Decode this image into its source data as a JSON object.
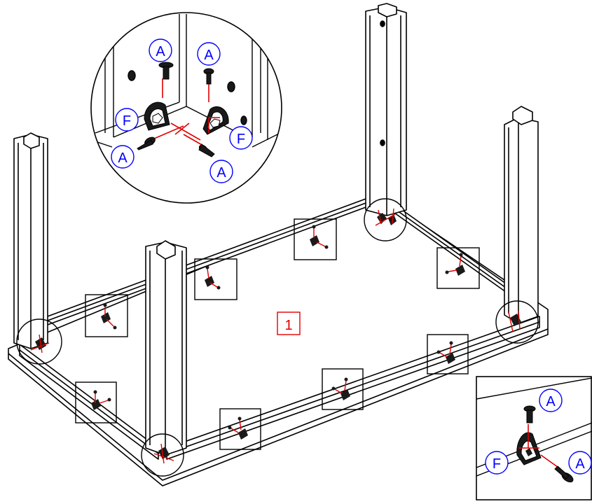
{
  "step": {
    "number": "1",
    "color": "#e00000"
  },
  "callouts": {
    "screw_label": "A",
    "bracket_label": "F",
    "label_color": "#0000ff"
  },
  "colors": {
    "line": "#000000",
    "guide": "#e00000",
    "fill": "#ffffff",
    "hardware": "#1a1a1a"
  },
  "icons": [
    "screw-icon",
    "corner-bracket-icon",
    "mounting-bracket-icon"
  ]
}
